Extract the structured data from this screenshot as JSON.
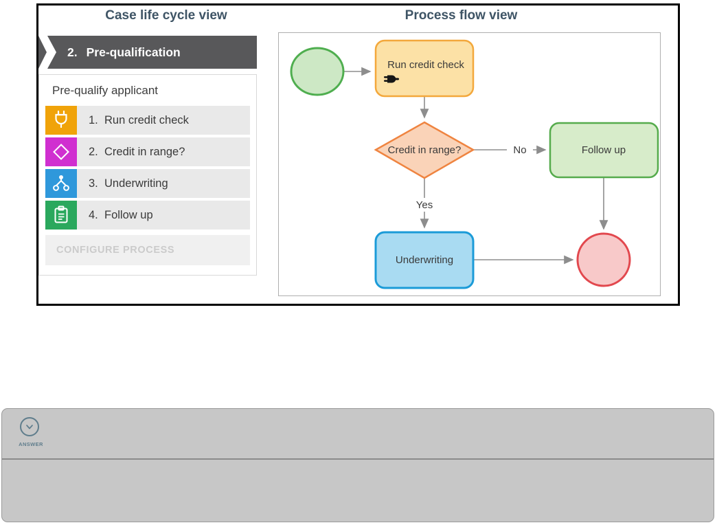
{
  "figure": {
    "colors": {
      "stage_bar": "#58585a",
      "panel_title": "#3e5465",
      "step_row_bg": "#e9e9e9",
      "edge": "#8d8d8d"
    },
    "left_panel": {
      "title": "Case life cycle view",
      "stage": {
        "number": "2.",
        "label": "Pre-qualification"
      },
      "process_name": "Pre-qualify applicant",
      "steps": [
        {
          "number": "1.",
          "label": "Run credit check",
          "icon": "plug-icon",
          "color": "#f0a30a"
        },
        {
          "number": "2.",
          "label": "Credit in range?",
          "icon": "diamond-icon",
          "color": "#d02fd0"
        },
        {
          "number": "3.",
          "label": "Underwriting",
          "icon": "split-icon",
          "color": "#2f98db"
        },
        {
          "number": "4.",
          "label": "Follow up",
          "icon": "clipboard-icon",
          "color": "#2aa85d"
        }
      ],
      "configure_label": "CONFIGURE PROCESS"
    },
    "right_panel": {
      "title": "Process flow view",
      "flow": {
        "nodes": {
          "start": {
            "type": "start-event",
            "label": "",
            "fill": "#cde8c5",
            "stroke": "#4fae4f"
          },
          "run_credit_check": {
            "type": "task",
            "label": "Run credit check",
            "fill": "#fce1a6",
            "stroke": "#f3a83c",
            "badge": "plug-icon"
          },
          "credit_in_range": {
            "type": "decision",
            "label": "Credit in range?",
            "fill": "#fad3b8",
            "stroke": "#ef8440"
          },
          "follow_up": {
            "type": "task",
            "label": "Follow up",
            "fill": "#d7ecca",
            "stroke": "#55ab4c"
          },
          "underwriting": {
            "type": "task",
            "label": "Underwriting",
            "fill": "#a9dbf2",
            "stroke": "#1b9bd8"
          },
          "end": {
            "type": "end-event",
            "label": "",
            "fill": "#f8c9c9",
            "stroke": "#e2484e"
          }
        },
        "edge_labels": {
          "no": "No",
          "yes": "Yes"
        },
        "edges": [
          {
            "from": "start",
            "to": "run_credit_check"
          },
          {
            "from": "run_credit_check",
            "to": "credit_in_range"
          },
          {
            "from": "credit_in_range",
            "to": "follow_up",
            "label": "No"
          },
          {
            "from": "credit_in_range",
            "to": "underwriting",
            "label": "Yes"
          },
          {
            "from": "underwriting",
            "to": "end"
          },
          {
            "from": "follow_up",
            "to": "end"
          }
        ]
      }
    }
  },
  "answer_bar": {
    "label": "ANSWER",
    "icon": "chevron-down-icon",
    "accent": "#5f7d8c"
  }
}
